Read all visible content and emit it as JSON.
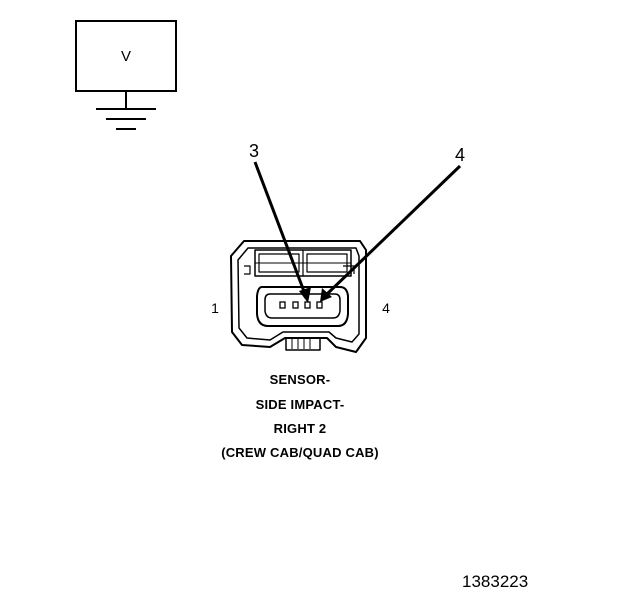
{
  "meter": {
    "label": "V"
  },
  "connector": {
    "pin_left_label": "1",
    "pin_right_label": "4"
  },
  "callouts": {
    "pin_3_label": "3",
    "pin_4_label": "4"
  },
  "caption": {
    "line1": "SENSOR-",
    "line2": "SIDE IMPACT-",
    "line3": "RIGHT 2",
    "line4": "(CREW CAB/QUAD CAB)"
  },
  "figure_id": "1383223"
}
